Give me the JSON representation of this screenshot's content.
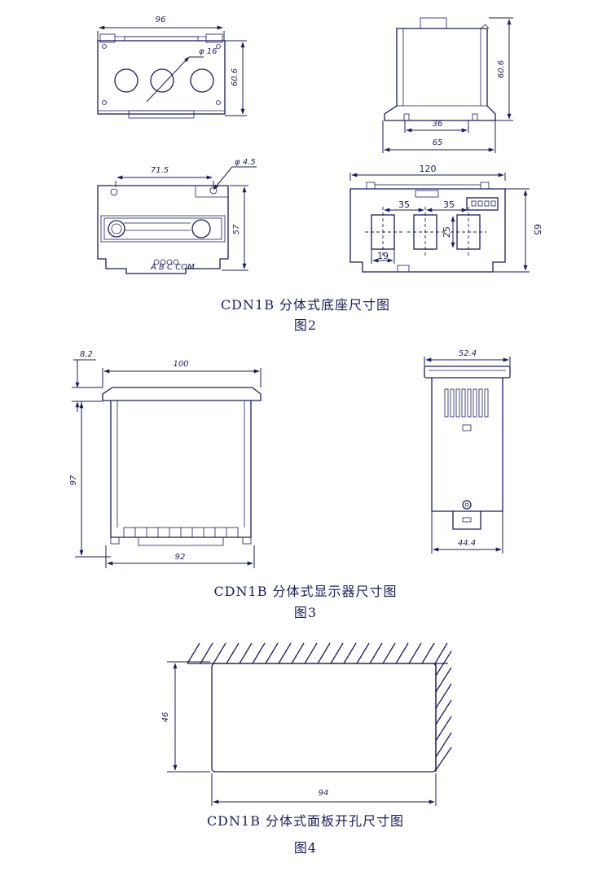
{
  "figure2": {
    "title": "CDN1B 分体式底座尺寸图",
    "label": "图2",
    "dims": {
      "top_width": "96",
      "top_height": "60.6",
      "hole_dia": "φ 16",
      "side_height": "60.6",
      "side_inner": "36",
      "side_outer": "65",
      "front_offset": "71.5",
      "front_hole": "φ 4.5",
      "front_height": "57",
      "right_width": "120",
      "right_gap1": "35",
      "right_gap2": "35",
      "right_height": "65",
      "right_win_h": "25",
      "right_win_w": "19"
    },
    "front_terminal_labels": "A B C COM"
  },
  "figure3": {
    "title": "CDN1B 分体式显示器尺寸图",
    "label": "图3",
    "dims": {
      "bezel_depth": "8.2",
      "width": "100",
      "height": "97",
      "body_width": "92",
      "side_width": "52.4",
      "side_body": "44.4"
    }
  },
  "figure4": {
    "title": "CDN1B 分体式面板开孔尺寸图",
    "label": "图4",
    "dims": {
      "height": "46",
      "width": "94"
    }
  }
}
